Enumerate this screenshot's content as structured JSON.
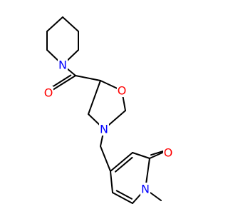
{
  "molecule": {
    "colors": {
      "bond": "#000000",
      "nitrogen": "#0000ff",
      "oxygen": "#ff0000"
    },
    "atom_labels": {
      "piperidine_n": "N",
      "carbonyl_o": "O",
      "morpholine_o": "O",
      "morpholine_n": "N",
      "pyridone_o": "O",
      "pyridone_n": "N"
    }
  }
}
